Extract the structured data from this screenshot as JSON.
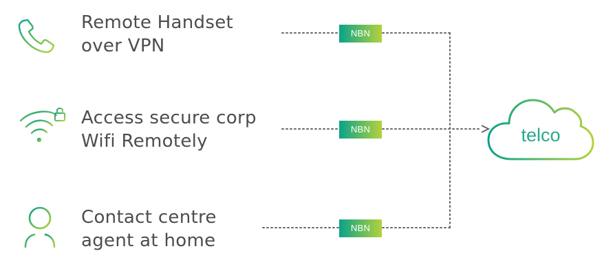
{
  "colors": {
    "text": "#4d4d4d",
    "dots": "#666666",
    "gradient_start": "#0aa28a",
    "gradient_end": "#b4d23c"
  },
  "items": [
    {
      "icon": "phone-icon",
      "line1": "Remote Handset",
      "line2": "over VPN",
      "badge": "NBN"
    },
    {
      "icon": "wifi-lock-icon",
      "line1": "Access secure corp",
      "line2": "Wifi Remotely",
      "badge": "NBN"
    },
    {
      "icon": "person-icon",
      "line1": "Contact centre",
      "line2": "agent at home",
      "badge": "NBN"
    }
  ],
  "cloud": {
    "label": "telco",
    "icon": "cloud-icon"
  }
}
